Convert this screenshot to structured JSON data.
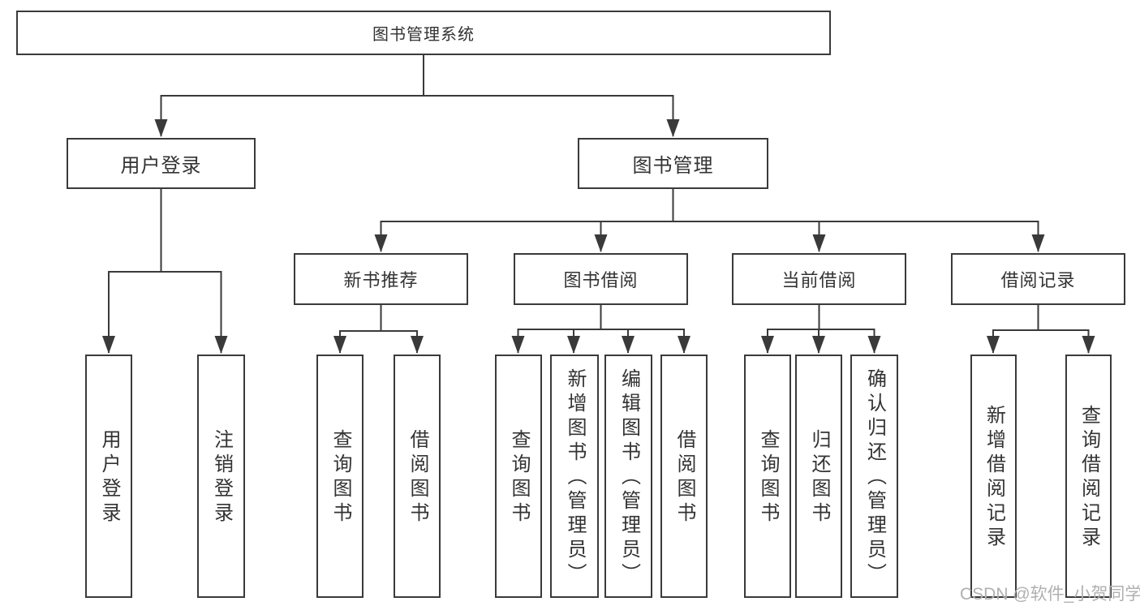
{
  "diagram": {
    "root": {
      "label": "图书管理系统"
    },
    "level2": [
      {
        "label": "用户登录"
      },
      {
        "label": "图书管理"
      }
    ],
    "level3": [
      {
        "label": "新书推荐",
        "parent": "图书管理"
      },
      {
        "label": "图书借阅",
        "parent": "图书管理"
      },
      {
        "label": "当前借阅",
        "parent": "图书管理"
      },
      {
        "label": "借阅记录",
        "parent": "图书管理"
      }
    ],
    "leaves": [
      {
        "label": "用户登录",
        "parent": "用户登录"
      },
      {
        "label": "注销登录",
        "parent": "用户登录"
      },
      {
        "label": "查询图书",
        "parent": "新书推荐"
      },
      {
        "label": "借阅图书",
        "parent": "新书推荐"
      },
      {
        "label": "查询图书",
        "parent": "图书借阅"
      },
      {
        "label": "新增图书（管理员）",
        "parent": "图书借阅"
      },
      {
        "label": "编辑图书（管理员）",
        "parent": "图书借阅"
      },
      {
        "label": "借阅图书",
        "parent": "图书借阅"
      },
      {
        "label": "查询图书",
        "parent": "当前借阅"
      },
      {
        "label": "归还图书",
        "parent": "当前借阅"
      },
      {
        "label": "确认归还（管理员）",
        "parent": "当前借阅"
      },
      {
        "label": "新增借阅记录",
        "parent": "借阅记录"
      },
      {
        "label": "查询借阅记录",
        "parent": "借阅记录"
      }
    ],
    "watermark": "CSDN @软件_小贺同学",
    "colors": {
      "line": "#3a3a3a",
      "text": "#333333",
      "watermark_gray": "#b0b0b0",
      "background": "#ffffff"
    }
  }
}
